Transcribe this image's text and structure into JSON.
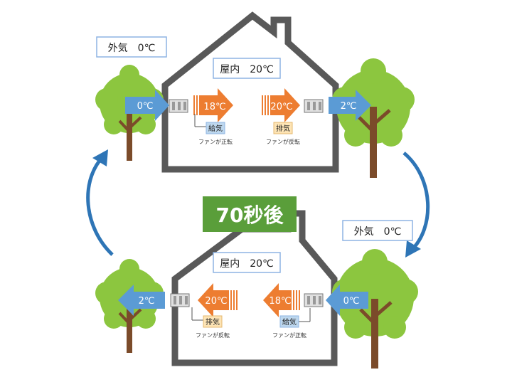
{
  "outside": {
    "top_label": "外気　0℃",
    "bottom_label": "外気　0℃"
  },
  "badge": {
    "text": "70秒後",
    "color": "#5a9e3a"
  },
  "top_house": {
    "indoor_label": "屋内　20℃",
    "left_arrow_temp": "0℃",
    "inner_left_arrow_temp": "18℃",
    "inner_right_arrow_temp": "20℃",
    "right_arrow_temp": "2℃",
    "left_mode": "給気",
    "left_fan": "ファンが正転",
    "right_mode": "排気",
    "right_fan": "ファンが反転"
  },
  "bottom_house": {
    "indoor_label": "屋内　20℃",
    "left_arrow_temp": "2℃",
    "inner_left_arrow_temp": "20℃",
    "inner_right_arrow_temp": "18℃",
    "right_arrow_temp": "0℃",
    "left_mode": "排気",
    "left_fan": "ファンが反転",
    "right_mode": "給気",
    "right_fan": "ファンが正転"
  },
  "colors": {
    "house_outline": "#595959",
    "blue_arrow": "#5b9bd5",
    "orange_arrow": "#ed7d31",
    "tree_foliage": "#8cc63f",
    "tree_trunk": "#7b4b2a",
    "cycle_arrow": "#2e75b6",
    "supply_tag": "#bdd7ee",
    "exhaust_tag": "#fde4b5"
  }
}
